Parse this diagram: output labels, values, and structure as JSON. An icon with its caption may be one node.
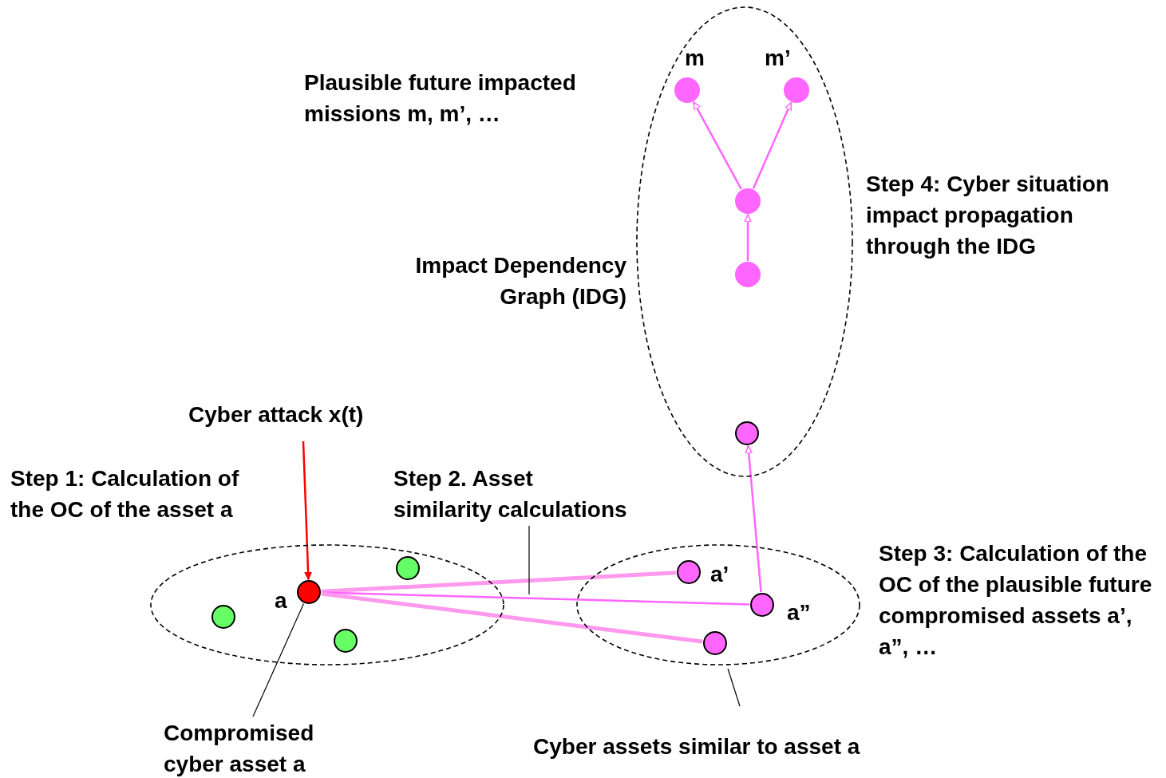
{
  "diagram": {
    "nodes": [
      {
        "text": [],
        "shape": "ellipse"
      },
      {
        "text": [],
        "shape": "circle",
        "in": 0
      },
      {
        "text": [],
        "shape": "circle",
        "in": 0,
        "beside": [
          "a"
        ]
      },
      {
        "text": [],
        "shape": "circle",
        "in": 0
      },
      {
        "text": [],
        "shape": "circle",
        "in": 0
      },
      {
        "text": [],
        "shape": "ellipse"
      },
      {
        "text": [],
        "shape": "circle",
        "in": 5,
        "beside": [
          "a’"
        ]
      },
      {
        "text": [],
        "shape": "circle",
        "in": 5,
        "beside": [
          "a”"
        ]
      },
      {
        "text": [],
        "shape": "circle",
        "in": 5
      },
      {
        "text": [
          "Impact Dependency Graph (IDG)"
        ]
      },
      {
        "text": [],
        "shape": "circle",
        "in": 9,
        "beside": [
          "m"
        ]
      },
      {
        "text": [],
        "shape": "circle",
        "in": 9,
        "beside": [
          "m’"
        ]
      },
      {
        "text": [],
        "shape": "circle",
        "in": 9
      },
      {
        "text": [],
        "shape": "circle",
        "in": 9
      },
      {
        "text": [],
        "shape": "circle",
        "in": 9
      },
      {
        "text": [
          "Cyber attack x(t)"
        ]
      },
      {
        "text": [
          "Compromised cyber asset a"
        ]
      },
      {
        "text": [
          "Cyber assets similar to asset a"
        ]
      },
      {
        "text": [
          "Step 2. Asset similarity calculations"
        ]
      }
    ],
    "edges": [
      {
        "from": 2,
        "to": 6,
        "arrow": "none",
        "style": "thick",
        "color": "#ff99ee"
      },
      {
        "from": 2,
        "to": 7,
        "arrow": "none"
      },
      {
        "from": 2,
        "to": 8,
        "arrow": "none",
        "style": "thick",
        "color": "#ff99ee"
      },
      {
        "from": 7,
        "to": 14,
        "arrow": "to"
      },
      {
        "from": 13,
        "to": 12,
        "arrow": "to"
      },
      {
        "from": 12,
        "to": 10,
        "arrow": "to"
      },
      {
        "from": 12,
        "to": 11,
        "arrow": "to"
      },
      {
        "from": 15,
        "to": 2,
        "arrow": "to",
        "color": "#ff0000"
      },
      {
        "from": 16,
        "to": 2,
        "arrow": "none",
        "color": "#000000"
      },
      {
        "from": 17,
        "to": 5,
        "arrow": "none",
        "color": "#000000"
      },
      {
        "from": 18,
        "to": null,
        "arrow": "none",
        "color": "#000000"
      }
    ],
    "labels": [
      "Plausible future impacted missions m, m’, …",
      "Step 4: Cyber situation impact propagation through the IDG",
      "Step 1: Calculation of the OC of the asset a",
      "Step 3: Calculation of the OC of the plausible future compromised assets a’, a”, …"
    ]
  }
}
